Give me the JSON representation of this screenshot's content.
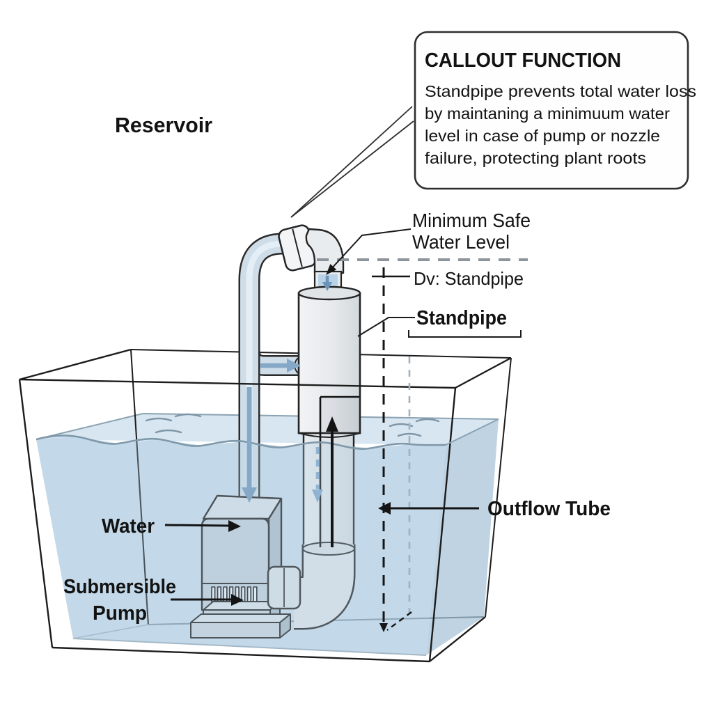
{
  "callout": {
    "title": "CALLOUT FUNCTION",
    "body_lines": [
      "Standpipe prevents total water loss",
      "by maintaning a minimuum water",
      "level in case of pump or nozzle",
      "failure, protecting plant roots"
    ]
  },
  "labels": {
    "reservoir": "Reservoir",
    "min_safe_line1": "Minimum Safe",
    "min_safe_line2": "Water Level",
    "dv_standpipe": "Dv: Standpipe",
    "standpipe": "Standpipe",
    "outflow_tube": "Outflow Tube",
    "water": "Water",
    "submersible_line1": "Submersible",
    "submersible_line2": "Pump"
  },
  "colors": {
    "outline": "#1c1c1c",
    "water_front": "#c9dcea",
    "water_surface": "#d8e6f1",
    "water_side": "#bfd3e2",
    "water_overlay": "#b5d0e4",
    "pipe_fill": "#cfdde9",
    "pipe_highlight": "#e4eef6",
    "standpipe_fill": "#e9edef",
    "flow_arrow": "#85a8c6",
    "dashed_gray": "#8d959c"
  }
}
